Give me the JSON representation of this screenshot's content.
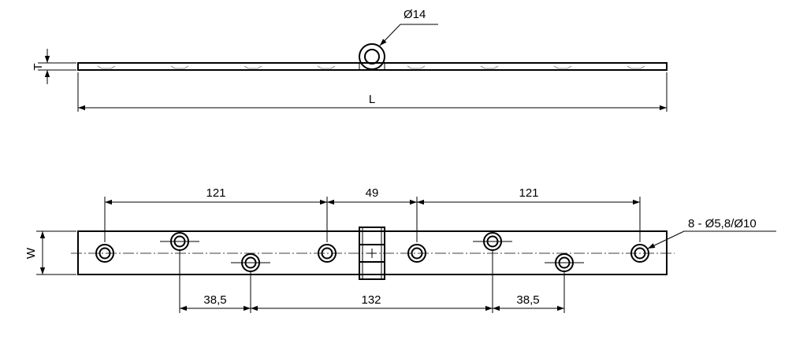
{
  "diagram": {
    "labels": {
      "tube_diameter": "Ø14",
      "thickness": "T",
      "length": "L",
      "width": "W",
      "spacing_left": "121",
      "spacing_center": "49",
      "spacing_right": "121",
      "offset_left": "38,5",
      "offset_center": "132",
      "offset_right": "38,5",
      "hole_callout": "8 - Ø5,8/Ø10"
    }
  }
}
